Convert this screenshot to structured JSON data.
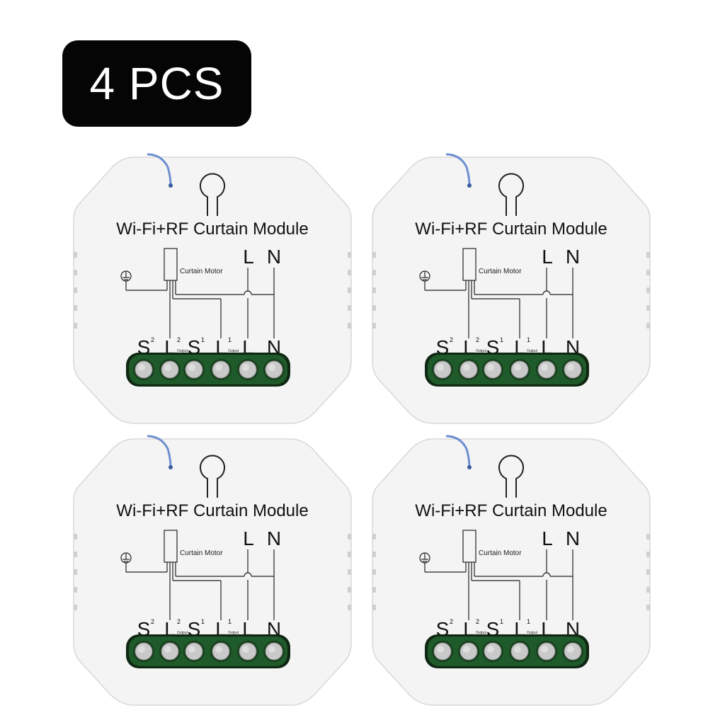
{
  "badge": {
    "label": "4 PCS"
  },
  "module": {
    "title": "Wi-Fi+RF Curtain Module",
    "motor_label": "Curtain Motor",
    "top_terminals": [
      "L",
      "N"
    ],
    "output_label": "Output",
    "terminals": [
      {
        "letter": "S",
        "sup": "2",
        "sub": ""
      },
      {
        "letter": "L",
        "sup": "2",
        "sub": "Output"
      },
      {
        "letter": "S",
        "sup": "1",
        "sub": ""
      },
      {
        "letter": "L",
        "sup": "1",
        "sub": "Output"
      },
      {
        "letter": "L",
        "sup": "",
        "sub": ""
      },
      {
        "letter": "N",
        "sup": "",
        "sub": ""
      }
    ]
  },
  "colors": {
    "terminal_block": "#1f5a2a",
    "terminal_block_dark": "#0f2612",
    "screw": "#c9c9c9",
    "antenna_wire": "#6e8fcf",
    "module_body": "#f4f4f4",
    "badge": "#050505"
  },
  "modules_count": 4
}
